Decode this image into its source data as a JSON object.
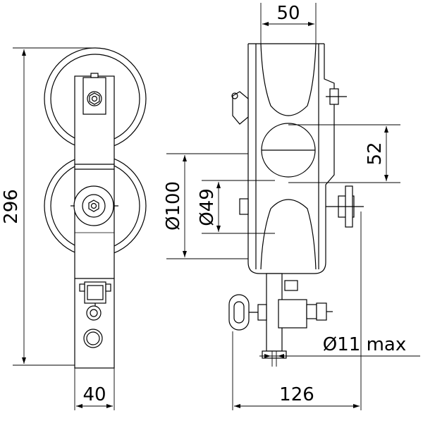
{
  "drawing": {
    "dimensions": {
      "overall_height": "296",
      "sheave_width": "50",
      "roller_spacing": "52",
      "outer_diameter": "Ø100",
      "groove_diameter": "Ø49",
      "frame_width": "40",
      "overall_width": "126",
      "cable_max": "Ø11 max"
    }
  }
}
